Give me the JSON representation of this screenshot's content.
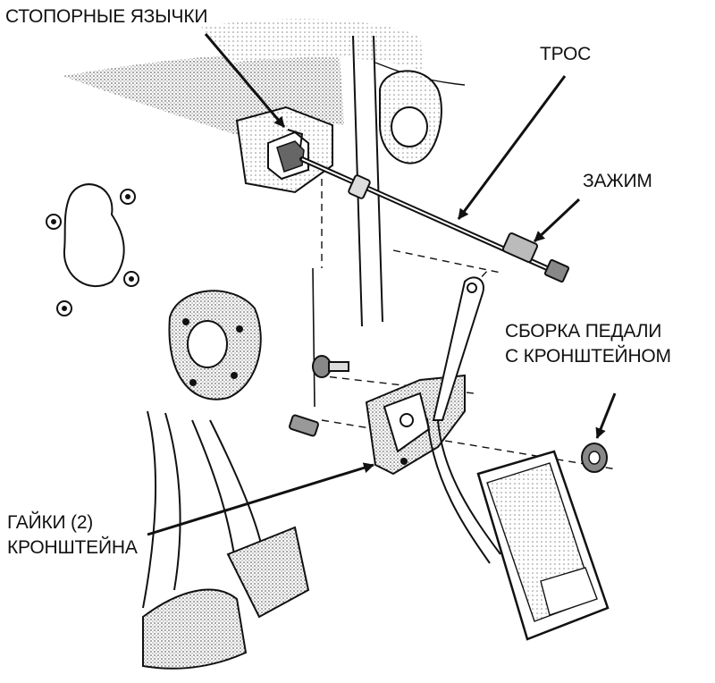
{
  "labels": {
    "locking_tabs": "СТОПОРНЫЕ ЯЗЫЧКИ",
    "cable": "ТРОС",
    "clamp": "ЗАЖИМ",
    "pedal_assembly_line1": "СБОРКА ПЕДАЛИ",
    "pedal_assembly_line2": "С КРОНШТЕЙНОМ",
    "bracket_nuts_line1": "ГАЙКИ (2)",
    "bracket_nuts_line2": "КРОНШТЕЙНА"
  },
  "colors": {
    "ink": "#111111",
    "shade": "#bdbdbd",
    "paper": "#ffffff"
  }
}
